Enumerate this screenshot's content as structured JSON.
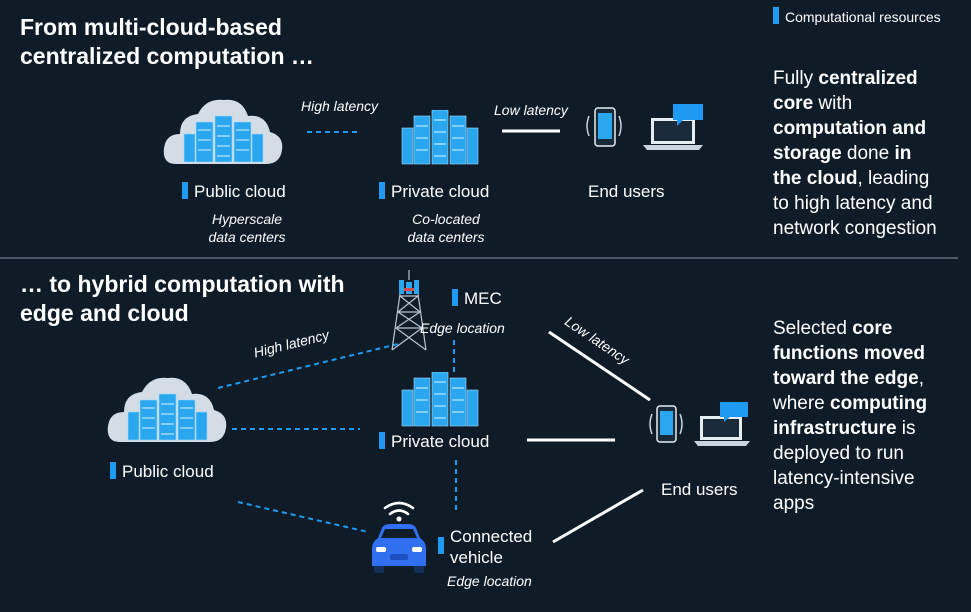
{
  "legend": {
    "label": "Computational resources",
    "color": "#1e9af2"
  },
  "top": {
    "heading_line1": "From multi-cloud-based",
    "heading_line2": "centralized computation …",
    "public_cloud": {
      "label": "Public cloud",
      "sub1": "Hyperscale",
      "sub2": "data centers"
    },
    "private_cloud": {
      "label": "Private cloud",
      "sub1": "Co-located",
      "sub2": "data centers"
    },
    "end_users": {
      "label": "End users"
    },
    "high_latency": "High latency",
    "low_latency": "Low latency",
    "side": {
      "p1": "Fully ",
      "b1": "centralized",
      "b2": "core",
      "p2": " with",
      "b3": "computation and",
      "b4": "storage",
      "p3": " done ",
      "b5": "in",
      "b6": "the cloud",
      "p4": ", leading",
      "p5": "to high latency and",
      "p6": "network congestion"
    }
  },
  "bottom": {
    "heading_line1": "… to hybrid computation with",
    "heading_line2": "edge and cloud",
    "mec": {
      "label": "MEC",
      "sub": "Edge location"
    },
    "private_cloud": {
      "label": "Private cloud"
    },
    "public_cloud": {
      "label": "Public cloud"
    },
    "end_users": {
      "label": "End users"
    },
    "vehicle": {
      "label1": "Connected",
      "label2": "vehicle",
      "sub": "Edge location"
    },
    "high_latency": "High latency",
    "low_latency": "Low latency",
    "side": {
      "p1": "Selected ",
      "b1": "core",
      "b2": "functions moved",
      "b3": "toward the edge",
      "p2": ",",
      "p3": "where ",
      "b4": "computing",
      "b5": "infrastructure",
      "p4": " is",
      "p5": "deployed to run",
      "p6": "latency-intensive",
      "p7": "apps"
    }
  },
  "colors": {
    "background": "#0f1c28",
    "accent": "#1e9af2",
    "server": "#2aa7ee",
    "cloud": "#d4dde6"
  }
}
